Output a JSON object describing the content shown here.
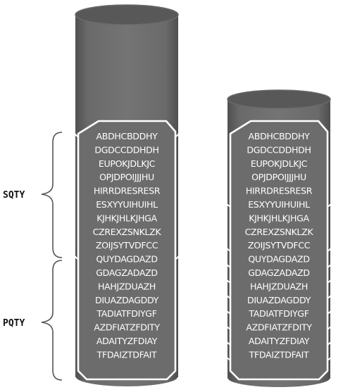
{
  "labels": {
    "sqty": "SQTY",
    "pqty": "PQTY"
  },
  "columns": [
    {
      "name": "left-stack",
      "lines": [
        "ABDHCBDDHY",
        "DGDCCDDHDH",
        "EUPOKJDLKJC",
        "OPJDPOIJJJHU",
        "HIRRDRESRESR",
        "ESXYYUIHUIHL",
        "KJHKJHLKJHGA",
        "CZREXZSNKLZK",
        "ZOIJSYTVDFCC",
        "QUYDAGDAZD",
        "GDAGZADAZD",
        "HAHJZDUAZH",
        "DIUAZDAGDDY",
        "TADIATFDIYGF",
        "AZDFIATZFDITY",
        "ADAITYZFDIAY",
        "TFDAIZTDFAIT"
      ]
    },
    {
      "name": "right-stack",
      "lines": [
        "ABDHCBDDHY",
        "DGDCCDDHDH",
        "EUPOKJDLKJC",
        "OPJDPOIJJJHU",
        "HIRRDRESRESR",
        "ESXYYUIHUIHL",
        "KJHKJHLKJHGA",
        "CZREXZSNKLZK",
        "ZOIJSYTVDFCC",
        "QUYDAGDAZD",
        "GDAGZADAZD",
        "HAHJZDUAZH",
        "DIUAZDAGDDY",
        "TADIATFDIYGF",
        "AZDFIATZFDITY",
        "ADAITYZFDIAY",
        "TFDAIZTDFAIT"
      ]
    }
  ],
  "colors": {
    "cylinder_body": "#6e6e6e",
    "cylinder_top": "#585858",
    "band_outline": "#ffffff",
    "text": "#ffffff",
    "bracket": "#555555"
  }
}
